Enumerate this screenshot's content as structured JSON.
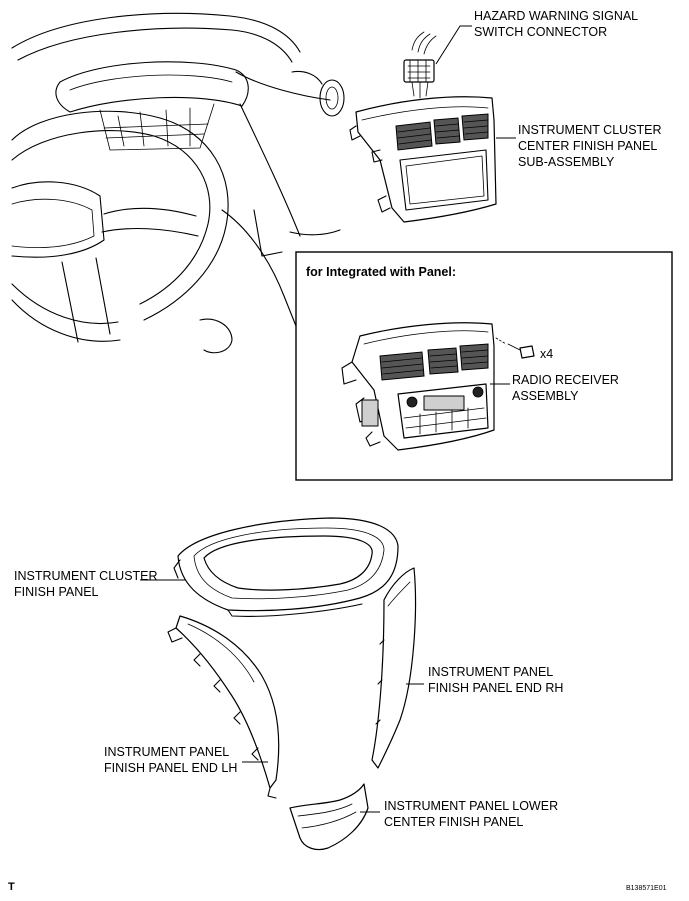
{
  "labels": {
    "hazard_connector_line1": "HAZARD WARNING SIGNAL",
    "hazard_connector_line2": "SWITCH CONNECTOR",
    "center_panel_line1": "INSTRUMENT CLUSTER",
    "center_panel_line2": "CENTER FINISH PANEL",
    "center_panel_line3": "SUB-ASSEMBLY",
    "inset_title": "for Integrated with Panel:",
    "screw_count": "x4",
    "radio_line1": "RADIO RECEIVER",
    "radio_line2": "ASSEMBLY",
    "cluster_finish_line1": "INSTRUMENT CLUSTER",
    "cluster_finish_line2": "FINISH PANEL",
    "end_rh_line1": "INSTRUMENT PANEL",
    "end_rh_line2": "FINISH PANEL END RH",
    "end_lh_line1": "INSTRUMENT PANEL",
    "end_lh_line2": "FINISH PANEL END LH",
    "lower_center_line1": "INSTRUMENT PANEL LOWER",
    "lower_center_line2": "CENTER FINISH PANEL",
    "corner_mark": "T",
    "figure_code": "B138571E01"
  }
}
